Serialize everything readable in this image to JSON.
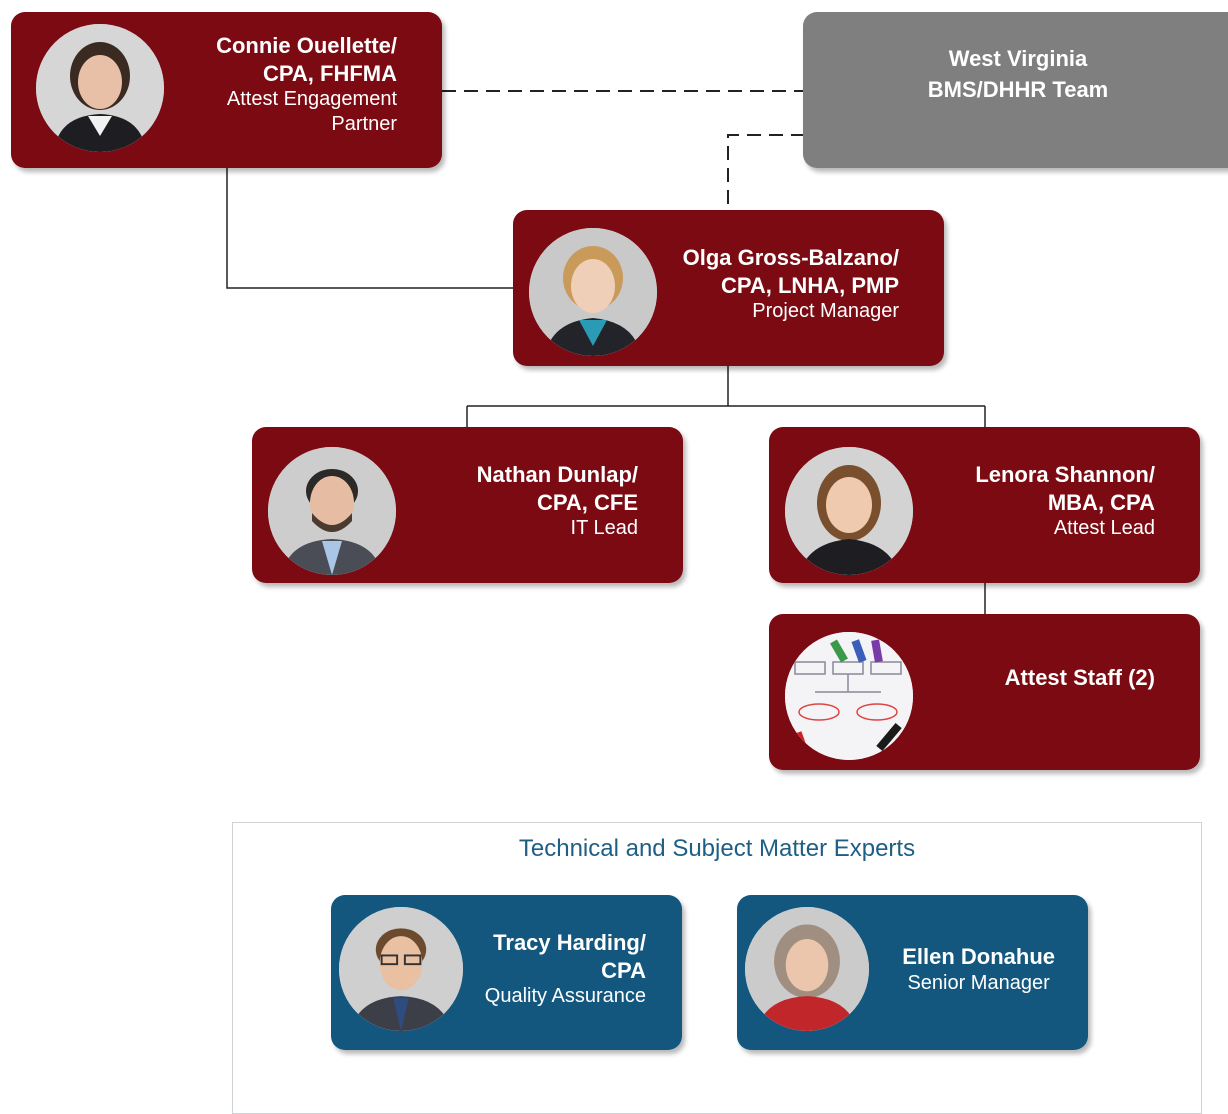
{
  "nodes": {
    "connie": {
      "name1": "Connie Ouellette/",
      "name2": "CPA, FHFMA",
      "role1": "Attest Engagement",
      "role2": "Partner"
    },
    "wv": {
      "line1": "West Virginia",
      "line2": "BMS/DHHR Team"
    },
    "olga": {
      "name1": "Olga Gross-Balzano/",
      "name2": "CPA, LNHA, PMP",
      "role": "Project Manager"
    },
    "nathan": {
      "name1": "Nathan Dunlap/",
      "name2": "CPA, CFE",
      "role": "IT Lead"
    },
    "lenora": {
      "name1": "Lenora Shannon/",
      "name2": "MBA, CPA",
      "role": "Attest Lead"
    },
    "staff": {
      "label": "Attest Staff (2)"
    }
  },
  "experts": {
    "title": "Technical and Subject Matter Experts",
    "tracy": {
      "name1": "Tracy Harding/",
      "name2": "CPA",
      "role": "Quality Assurance"
    },
    "ellen": {
      "name1": "Ellen Donahue",
      "role": "Senior Manager"
    }
  },
  "colors": {
    "partner_red": "#7b0a12",
    "client_gray": "#7f7f7f",
    "expert_blue": "#13577f"
  }
}
